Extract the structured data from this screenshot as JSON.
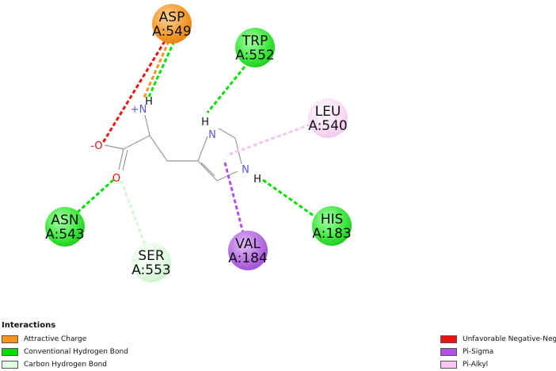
{
  "residues": {
    "asp": {
      "name": "ASP",
      "id": "A:549"
    },
    "trp": {
      "name": "TRP",
      "id": "A:552"
    },
    "leu": {
      "name": "LEU",
      "id": "A:540"
    },
    "his": {
      "name": "HIS",
      "id": "A:183"
    },
    "val": {
      "name": "VAL",
      "id": "A:184"
    },
    "ser": {
      "name": "SER",
      "id": "A:553"
    },
    "asn": {
      "name": "ASN",
      "id": "A:543"
    }
  },
  "ligand": {
    "amine_label": "+N",
    "amine_h": "H",
    "ring_n1": "N",
    "ring_n1_h": "H",
    "ring_n2": "N",
    "ring_n2_h": "H",
    "carboxylate_o_minus": "-O",
    "carbonyl_o": "O"
  },
  "legend": {
    "title": "Interactions",
    "items": [
      {
        "label": "Attractive Charge",
        "color": "#f7941d"
      },
      {
        "label": "Conventional Hydrogen Bond",
        "color": "#00e000"
      },
      {
        "label": "Carbon Hydrogen Bond",
        "color": "#e0ffe0"
      },
      {
        "label": "Unfavorable Negative-Negative",
        "color": "#ee1111"
      },
      {
        "label": "Pi-Sigma",
        "color": "#b44fe6"
      },
      {
        "label": "Pi-Alkyl",
        "color": "#f6c6f0"
      }
    ]
  },
  "colors": {
    "asp": "#f39a30",
    "trp": "#3ee63e",
    "leu": "#f8d6f4",
    "his": "#3ee63e",
    "val": "#b66ee2",
    "ser": "#dcfadc",
    "asn": "#3ee63e"
  }
}
